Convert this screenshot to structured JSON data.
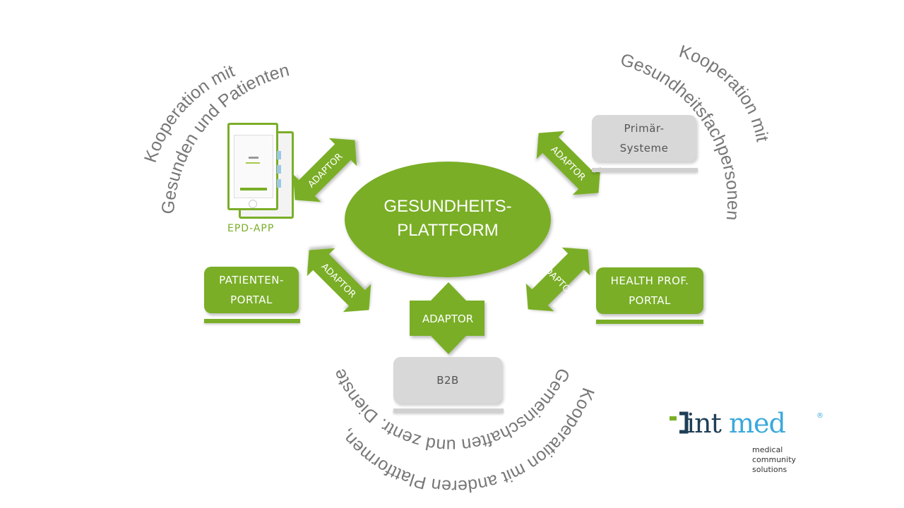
{
  "center": {
    "line1": "GESUNDHEITS-",
    "line2": "PLATTFORM"
  },
  "adaptor_label": "ADAPTOR",
  "nodes": {
    "epd_app": {
      "label": "EPD-APP"
    },
    "patienten_portal": {
      "line1": "PATIENTEN-",
      "line2": "PORTAL"
    },
    "health_prof_portal": {
      "line1": "HEALTH PROF.",
      "line2": "PORTAL"
    },
    "primaer_systeme": {
      "line1": "Primär-",
      "line2": "Systeme"
    },
    "b2b": {
      "label": "B2B"
    }
  },
  "arc_texts": {
    "top_left_line1": "Kooperation mit",
    "top_left_line2": "Gesunden und Patienten",
    "top_right_line1": "Kooperation mit",
    "top_right_line2": "Gesundheitsfachpersonen",
    "bottom_line1": "Kooperation mit anderen Plattformen,",
    "bottom_line2": "Gemeinschaften und zentr. Diensten"
  },
  "logo": {
    "name_part1": "int",
    "name_part2": "med",
    "registered": "®",
    "tagline": [
      "medical",
      "community",
      "solutions"
    ]
  },
  "colors": {
    "green": "#7aae27",
    "grey_box": "#d8d8d8",
    "grey_text": "#777777",
    "logo_dark": "#1f3f56",
    "logo_blue": "#3aa9dc"
  }
}
